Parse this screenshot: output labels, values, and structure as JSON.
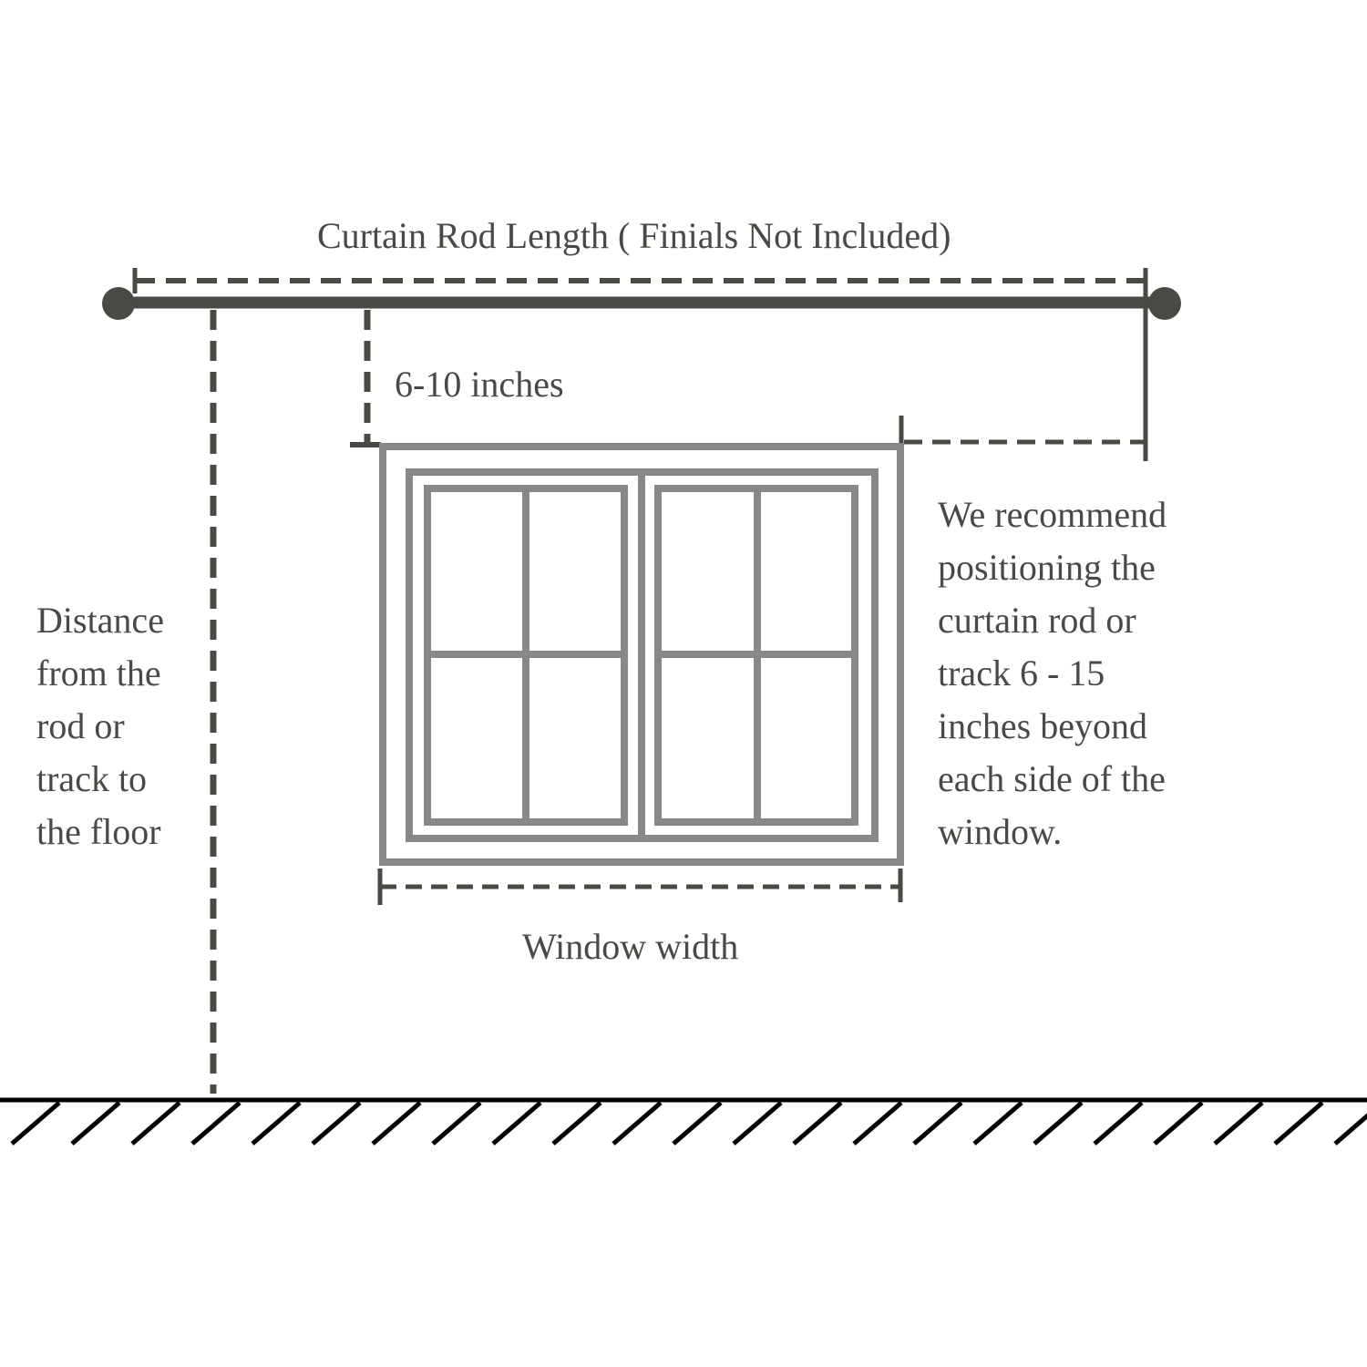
{
  "labels": {
    "rod_length": "Curtain Rod Length ( Finials Not Included)",
    "above_window": "6-10 inches",
    "window_width": "Window width",
    "floor_distance": [
      "Distance",
      "from the",
      "rod or",
      "track to",
      "the floor"
    ],
    "recommendation": [
      "We recommend",
      "positioning the",
      "curtain rod or",
      "track 6 - 15",
      "inches beyond",
      "each side of the",
      "window."
    ]
  },
  "colors": {
    "dark": "#4a4945",
    "window": "#888888",
    "floor": "#000000"
  }
}
